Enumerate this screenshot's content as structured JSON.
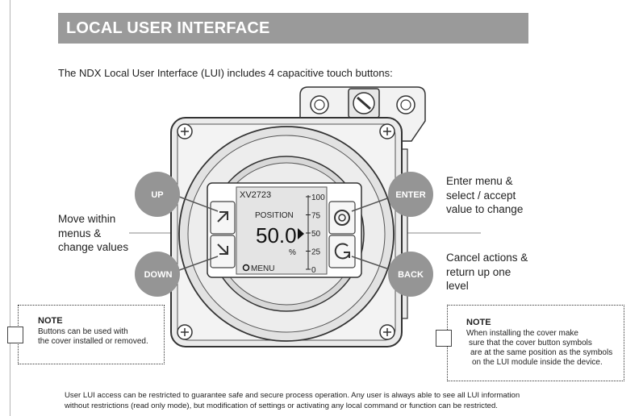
{
  "header": {
    "title": "LOCAL USER INTERFACE"
  },
  "intro": "The NDX Local User Interface (LUI) includes 4 capacitive touch buttons:",
  "left_label": {
    "line1": "Move within",
    "line2": "menus &",
    "line3": "change values"
  },
  "right_top_label": {
    "line1": "Enter menu &",
    "line2": "select / accept",
    "line3": "value to change"
  },
  "right_bottom_label": {
    "line1": "Cancel actions &",
    "line2": "return up one",
    "line3": "level"
  },
  "buttons": {
    "up": "UP",
    "down": "DOWN",
    "enter": "ENTER",
    "back": "BACK"
  },
  "display": {
    "tag": "XV2723",
    "label": "POSITION",
    "value": "50.0",
    "unit": "%",
    "menu": "MENU",
    "scale": [
      "100",
      "75",
      "50",
      "25",
      "0"
    ]
  },
  "note_left": {
    "title": "NOTE",
    "line1": "Buttons can be used with",
    "line2": "the cover installed or removed."
  },
  "note_right": {
    "title": "NOTE",
    "line1": "When installing the cover make",
    "line2": "sure that the cover button symbols",
    "line3": "are at the same position as the symbols",
    "line4": "on the LUI module inside the device."
  },
  "footer": {
    "line1": "User LUI access can be restricted to guarantee safe and secure process operation. Any user is always able to see all  LUI information",
    "line2": "without restrictions (read only mode), but modification of settings or activating any local command or function can be restricted."
  }
}
